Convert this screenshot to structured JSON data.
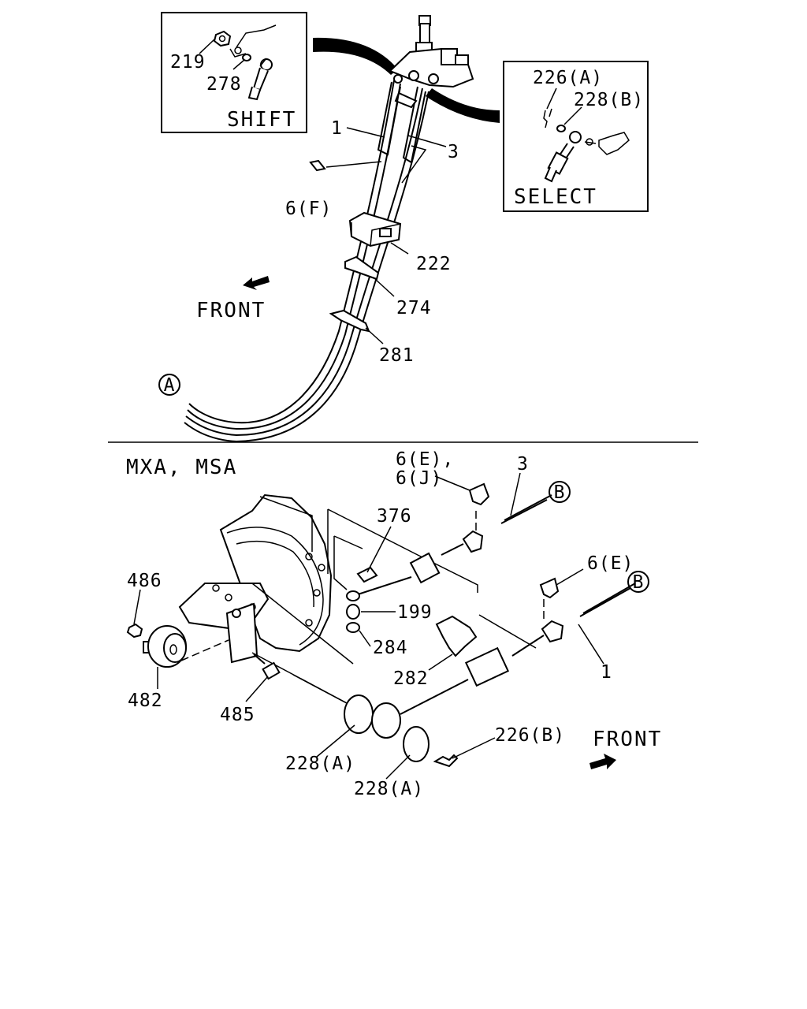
{
  "top": {
    "shift_box": {
      "title": "SHIFT",
      "labels": [
        "219",
        "278"
      ]
    },
    "select_box": {
      "title": "SELECT",
      "labels": [
        "226(A)",
        "228(B)"
      ]
    },
    "callouts": [
      "1",
      "3",
      "6(F)",
      "222",
      "274",
      "281"
    ],
    "front_label": "FRONT",
    "circle_ref": "A"
  },
  "bottom": {
    "model_label": "MXA, MSA",
    "callouts": [
      "6(E),",
      "6(J)",
      "3",
      "376",
      "6(E)",
      "486",
      "199",
      "284",
      "282",
      "1",
      "482",
      "485",
      "228(A)",
      "226(B)",
      "228(A)"
    ],
    "front_label": "FRONT",
    "circle_refs": [
      "B",
      "B"
    ]
  }
}
